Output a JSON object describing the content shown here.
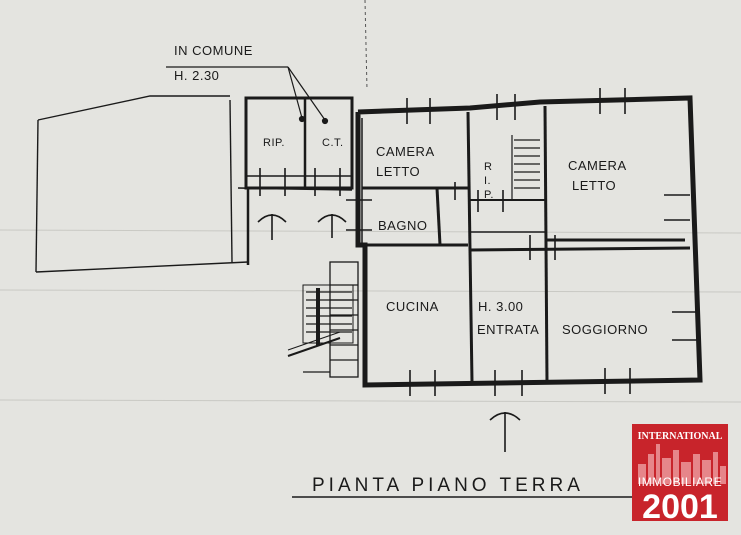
{
  "annotations": {
    "common_area": "IN COMUNE",
    "common_height": "H. 2.30"
  },
  "rooms": {
    "rip_outer": "RIP.",
    "ct": "C.T.",
    "camera_left_1": "CAMERA",
    "camera_left_2": "LETTO",
    "rip_inner_1": "R",
    "rip_inner_2": "I.",
    "rip_inner_3": "P.",
    "camera_right_1": "CAMERA",
    "camera_right_2": "LETTO",
    "bagno": "BAGNO",
    "cucina": "CUCINA",
    "entrata_height": "H. 3.00",
    "entrata": "ENTRATA",
    "soggiorno": "SOGGIORNO"
  },
  "title": "PIANTA PIANO TERRA",
  "logo": {
    "top": "INTERNATIONAL",
    "middle": "IMMOBILIARE",
    "bottom": "2001",
    "color": "#c8242b"
  },
  "colors": {
    "paper": "#e4e4e0",
    "ink": "#1a1a1a"
  }
}
